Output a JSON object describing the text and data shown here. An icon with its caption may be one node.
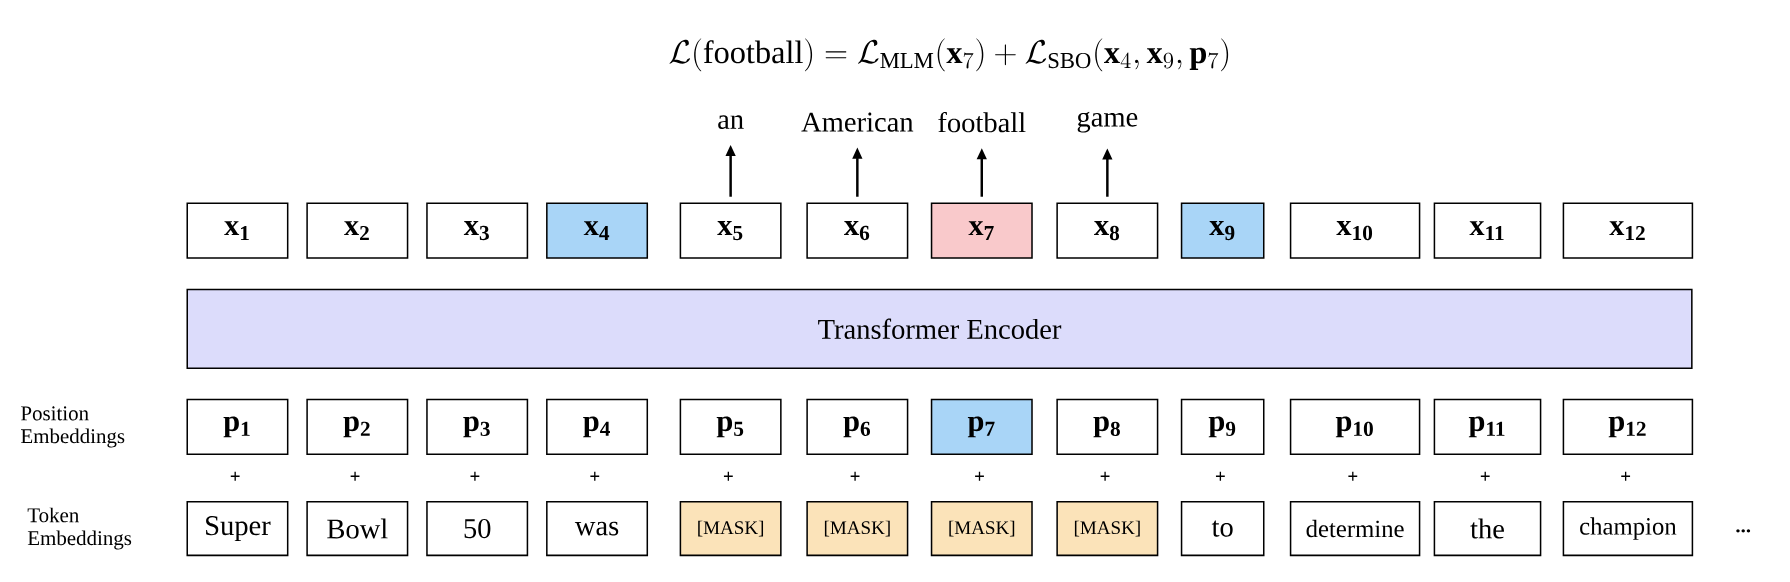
{
  "diagram": {
    "title": "\\mathcal{L}(\\text{football}) = \\mathcal{L}_{\\text{MLM}}(\\mathbf{x}_7) + \\mathcal{L}_{\\text{SBO}}(\\mathbf{x}_4, \\mathbf{x}_9, \\mathbf{p}_7)",
    "nodes": [
      {
        "text": [
          "an"
        ]
      },
      {
        "text": [
          "American"
        ]
      },
      {
        "text": [
          "football"
        ]
      },
      {
        "text": [
          "game"
        ]
      },
      {
        "text": [
          "x$_{1}$"
        ]
      },
      {
        "text": [
          "x$_{2}$"
        ]
      },
      {
        "text": [
          "x$_{3}$"
        ]
      },
      {
        "text": [
          "x$_{4}$"
        ]
      },
      {
        "text": [
          "x$_{5}$"
        ]
      },
      {
        "text": [
          "x$_{6}$"
        ]
      },
      {
        "text": [
          "x$_{7}$"
        ]
      },
      {
        "text": [
          "x$_{8}$"
        ]
      },
      {
        "text": [
          "x$_{9}$"
        ]
      },
      {
        "text": [
          "x$_{10}$"
        ]
      },
      {
        "text": [
          "x$_{11}$"
        ]
      },
      {
        "text": [
          "x$_{12}$"
        ]
      },
      {
        "text": [
          "Transformer Encoder"
        ]
      },
      {
        "text": [
          "p$_{1}$"
        ]
      },
      {
        "text": [
          "p$_{2}$"
        ]
      },
      {
        "text": [
          "p$_{3}$"
        ]
      },
      {
        "text": [
          "p$_{4}$"
        ]
      },
      {
        "text": [
          "p$_{5}$"
        ]
      },
      {
        "text": [
          "p$_{6}$"
        ]
      },
      {
        "text": [
          "p$_{7}$"
        ]
      },
      {
        "text": [
          "p$_{8}$"
        ]
      },
      {
        "text": [
          "p$_{9}$"
        ]
      },
      {
        "text": [
          "p$_{10}$"
        ]
      },
      {
        "text": [
          "p$_{11}$"
        ]
      },
      {
        "text": [
          "p$_{12}$"
        ]
      },
      {
        "text": [
          "Super"
        ]
      },
      {
        "text": [
          "Bowl"
        ]
      },
      {
        "text": [
          "50"
        ]
      },
      {
        "text": [
          "was"
        ]
      },
      {
        "text": [
          "[MASK]"
        ]
      },
      {
        "text": [
          "[MASK]"
        ]
      },
      {
        "text": [
          "[MASK]"
        ]
      },
      {
        "text": [
          "[MASK]"
        ]
      },
      {
        "text": [
          "to"
        ]
      },
      {
        "text": [
          "determine"
        ]
      },
      {
        "text": [
          "the"
        ]
      },
      {
        "text": [
          "champion"
        ]
      }
    ],
    "edges": [
      {
        "from": 8,
        "to": 0,
        "arrow": "to"
      },
      {
        "from": 9,
        "to": 1,
        "arrow": "to"
      },
      {
        "from": 10,
        "to": 2,
        "arrow": "to"
      },
      {
        "from": 11,
        "to": 3,
        "arrow": "to"
      }
    ],
    "labels": [
      "Position Embeddings",
      "Token Embeddings",
      "+",
      "+",
      "+",
      "+",
      "+",
      "+",
      "+",
      "+",
      "+",
      "+",
      "+",
      "+",
      "..."
    ]
  }
}
